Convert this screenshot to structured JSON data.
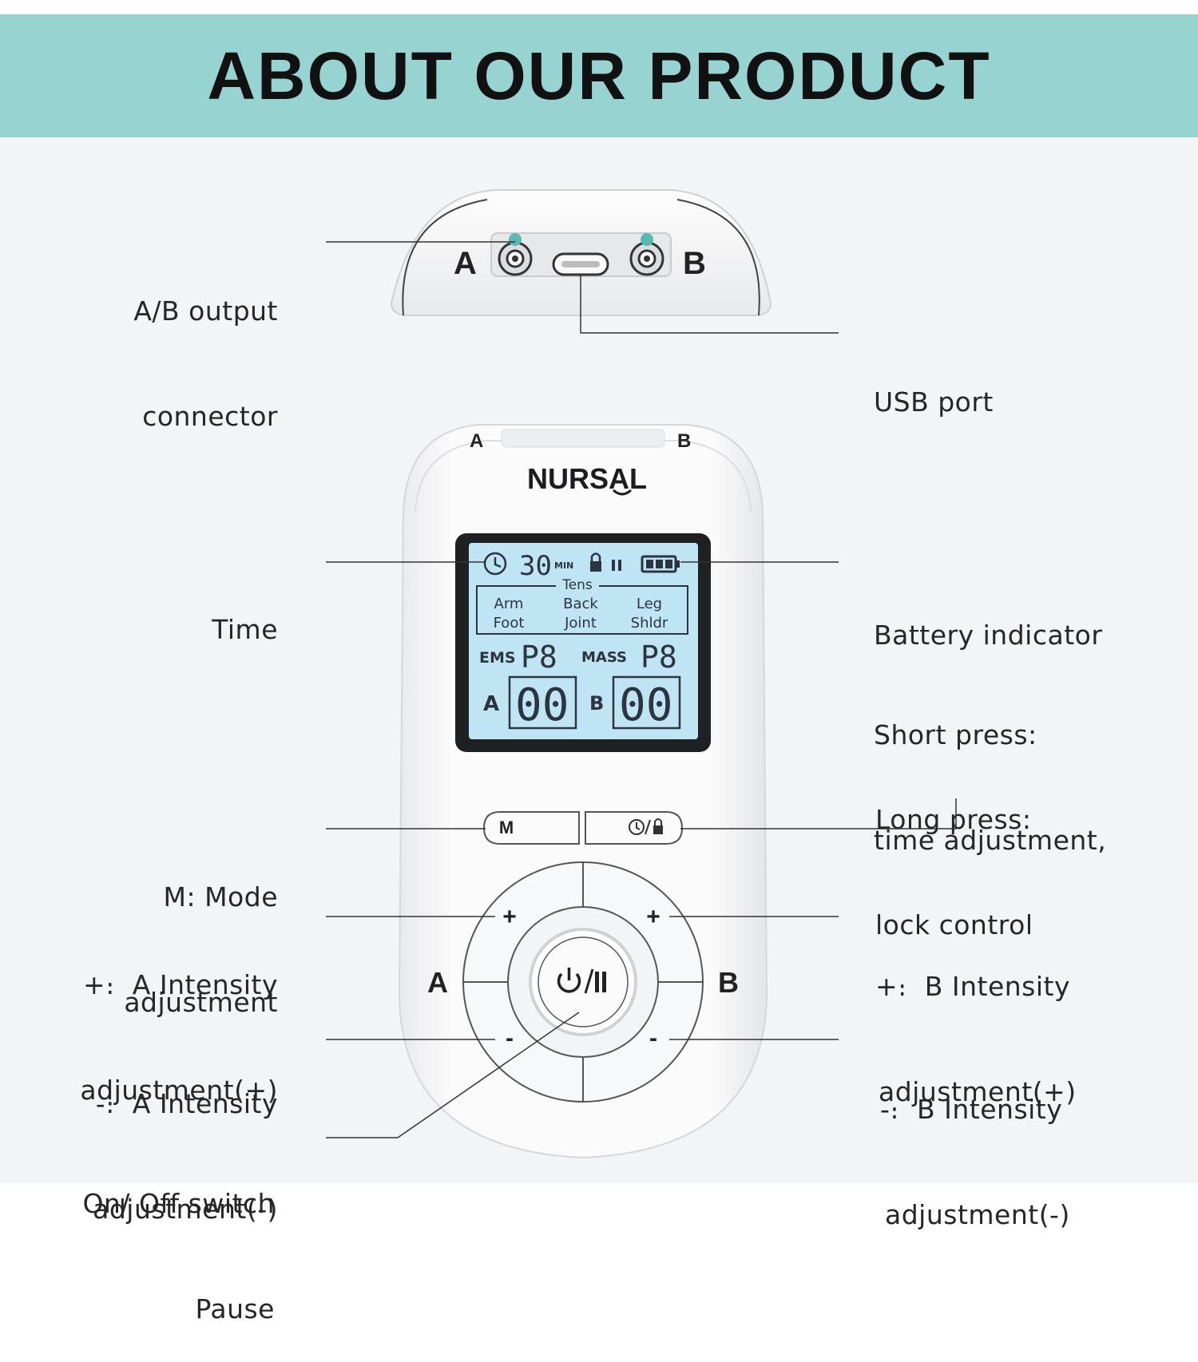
{
  "title": "ABOUT OUR PRODUCT",
  "brand": "NURSAL",
  "labels": {
    "ab_output": [
      "A/B output",
      "connector"
    ],
    "usb": [
      "USB port"
    ],
    "time": [
      "Time"
    ],
    "battery": [
      "Battery indicator"
    ],
    "short_press": [
      "Short press:",
      "time adjustment,"
    ],
    "long_press": [
      "Long press:",
      "lock control"
    ],
    "mode": [
      "M: Mode",
      "adjustment"
    ],
    "a_plus": [
      "+։  A Intensity",
      "adjustment(+)"
    ],
    "b_plus": [
      "+։  B Intensity",
      "adjustment(+)"
    ],
    "a_minus": [
      "-։  A Intensity",
      "adjustment(-)"
    ],
    "b_minus": [
      "-։  B Intensity",
      "adjustment(-)"
    ],
    "onoff": [
      "On/ Off switch",
      "Pause"
    ]
  },
  "device": {
    "port_a": "A",
    "port_b": "B",
    "channel_a": "A",
    "channel_b": "B",
    "mode_button": "M",
    "plus": "+",
    "minus": "-",
    "power_symbol": "⏻/II"
  },
  "lcd": {
    "timer_value": "30",
    "timer_unit": "MIN",
    "category": "Tens",
    "body_parts": [
      "Arm",
      "Back",
      "Leg",
      "Foot",
      "Joint",
      "Shldr"
    ],
    "ems_label": "EMS",
    "ems_program": "P8",
    "mass_label": "MASS",
    "mass_program": "P8",
    "channel_a": "A",
    "channel_b": "B",
    "intensity_a": "00",
    "intensity_b": "00"
  },
  "colors": {
    "banner": "#97d3d1",
    "lcd": "#bfe4f3",
    "accent": "#5ab8b2"
  }
}
